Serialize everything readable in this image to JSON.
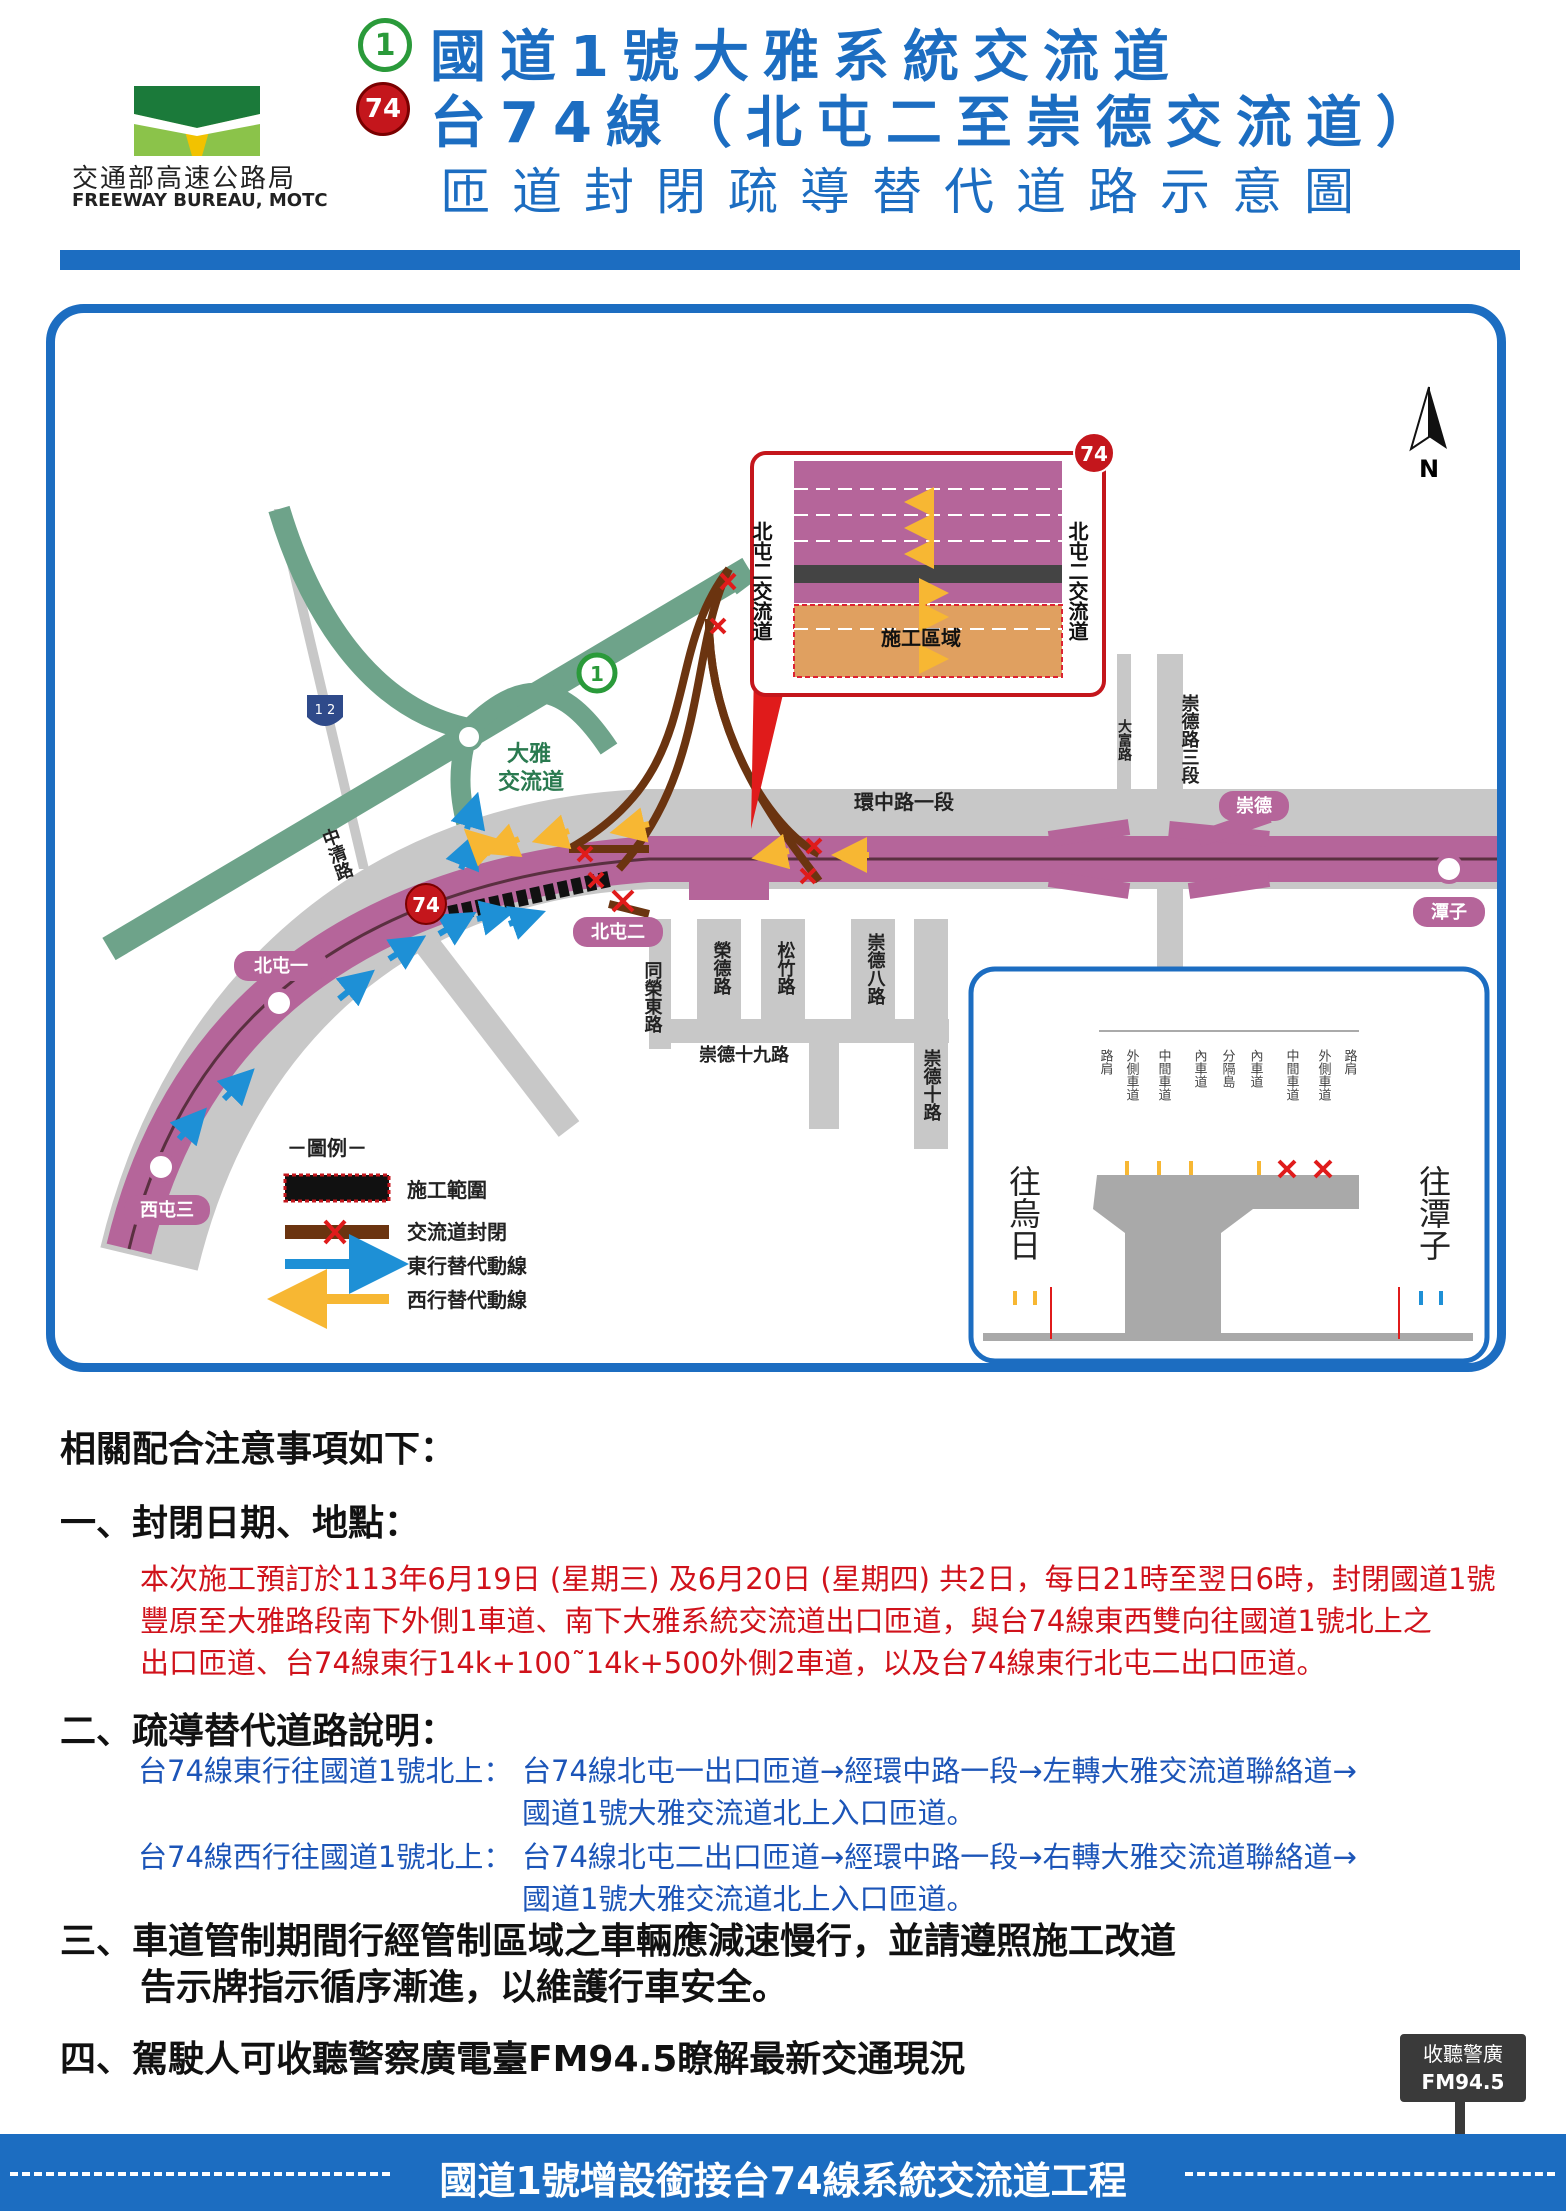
{
  "header": {
    "badge_1": "1",
    "badge_74": "74",
    "title_line1": "國道1號大雅系統交流道",
    "title_line2": "台74線（北屯二至崇德交流道）",
    "title_line3": "匝道封閉疏導替代道路示意圖",
    "agency_cn": "交通部高速公路局",
    "agency_en": "FREEWAY BUREAU, MOTC"
  },
  "map": {
    "north": "N",
    "shield_1": "1",
    "shield_12": "1 2",
    "shield_74": "74",
    "interchange_label_line1": "大雅",
    "interchange_label_line2": "交流道",
    "roads": {
      "huanzhong": "環中路一段",
      "zhongqing": "中清路",
      "tongrong": "同榮東路",
      "rongde": "榮德路",
      "songzhu": "松竹路",
      "chongde8": "崇德八路",
      "chongde19": "崇德十九路",
      "chongde10": "崇德十路",
      "dafu": "大富路",
      "chongde3": "崇德路三段"
    },
    "interchanges": {
      "beitun1": "北屯一",
      "beitun2": "北屯二",
      "xitun3": "西屯三",
      "chongde": "崇德",
      "tanzi": "潭子"
    },
    "inset": {
      "shield": "74",
      "left_label": "北屯二交流道",
      "right_label": "北屯二交流道",
      "work_zone": "施工區域"
    },
    "legend": {
      "title": "－圖例－",
      "construction": "施工範圍",
      "closure": "交流道封閉",
      "eastbound": "東行替代動線",
      "westbound": "西行替代動線"
    },
    "cross_section": {
      "lanes": [
        "路肩",
        "外側車道",
        "中間車道",
        "內車道",
        "分隔島",
        "內車道",
        "中間車道",
        "外側車道",
        "路肩"
      ],
      "to_left": "往烏日",
      "to_right": "往潭子"
    },
    "colors": {
      "frame": "#1c6dc1",
      "freeway_green": "#6ea38a",
      "road_gray": "#c8c8c8",
      "tai74_pink": "#b5659a",
      "work_orange": "#e0a060",
      "closure_brown": "#6b3410",
      "eastbound_blue": "#1e90d6",
      "westbound_yellow": "#f7b733",
      "closure_red": "#e01b1b"
    }
  },
  "notes": {
    "intro": "相關配合注意事項如下：",
    "sec1_title": "一、封閉日期、地點：",
    "sec1_lines": [
      "本次施工預訂於113年6月19日 (星期三) 及6月20日 (星期四) 共2日，每日21時至翌日6時，封閉國道1號",
      "豐原至大雅路段南下外側1車道、南下大雅系統交流道出口匝道，與台74線東西雙向往國道1號北上之",
      "出口匝道、台74線東行14k+100˜14k+500外側2車道，以及台74線東行北屯二出口匝道。"
    ],
    "sec2_title": "二、疏導替代道路說明：",
    "route_east_label": "台74線東行往國道1號北上：",
    "route_east_line1": "台74線北屯一出口匝道→經環中路一段→左轉大雅交流道聯絡道→",
    "route_east_line2": "國道1號大雅交流道北上入口匝道。",
    "route_west_label": "台74線西行往國道1號北上：",
    "route_west_line1": "台74線北屯二出口匝道→經環中路一段→右轉大雅交流道聯絡道→",
    "route_west_line2": "國道1號大雅交流道北上入口匝道。",
    "sec3_line1": "三、車道管制期間行經管制區域之車輛應減速慢行，並請遵照施工改道",
    "sec3_line2": "告示牌指示循序漸進，以維護行車安全。",
    "sec4": "四、駕駛人可收聽警察廣電臺FM94.5瞭解最新交通現況",
    "radio_line1": "收聽警廣",
    "radio_line2": "FM94.5"
  },
  "footer": {
    "project": "國道1號增設銜接台74線系統交流道工程"
  }
}
